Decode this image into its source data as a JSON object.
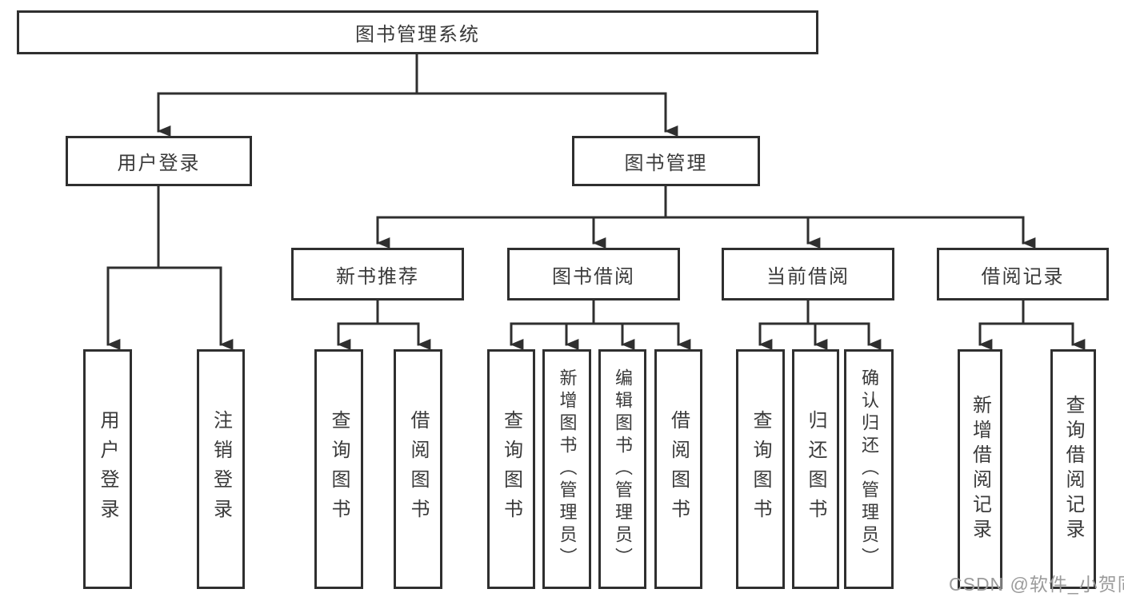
{
  "tree": {
    "root": "图书管理系统",
    "branches": [
      {
        "label": "用户登录",
        "children": [
          "用户登录",
          "注销登录"
        ]
      },
      {
        "label": "图书管理",
        "groups": [
          {
            "label": "新书推荐",
            "children": [
              "查询图书",
              "借阅图书"
            ]
          },
          {
            "label": "图书借阅",
            "children": [
              "查询图书",
              "新增图书（管理员）",
              "编辑图书（管理员）",
              "借阅图书"
            ]
          },
          {
            "label": "当前借阅",
            "children": [
              "查询图书",
              "归还图书",
              "确认归还（管理员）"
            ]
          },
          {
            "label": "借阅记录",
            "children": [
              "新增借阅记录",
              "查询借阅记录"
            ]
          }
        ]
      }
    ]
  },
  "watermark": {
    "text": "CSDN @软件_小贺同学"
  },
  "colors": {
    "line": "#2f2f2f",
    "text": "#3a3a3a",
    "watermark": "#9b9b9b",
    "background": "#ffffff"
  }
}
